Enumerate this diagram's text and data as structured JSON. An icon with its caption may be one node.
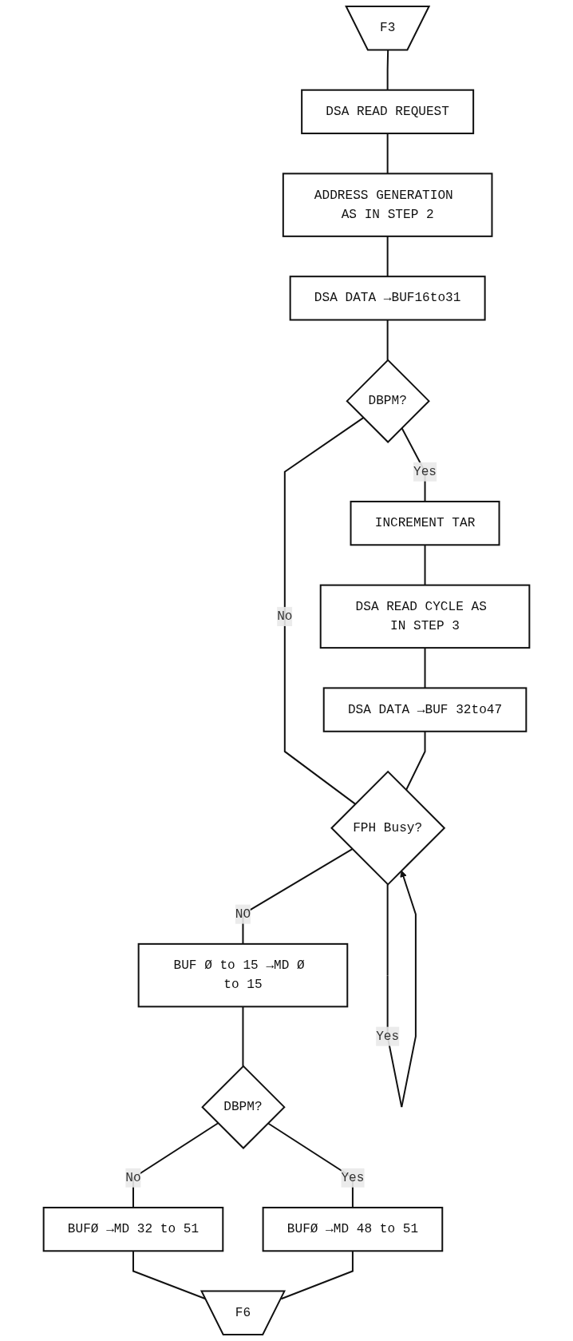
{
  "diagram": {
    "nodes": [
      {
        "text": [
          "F3"
        ]
      },
      {
        "text": [
          "DSA READ REQUEST"
        ]
      },
      {
        "text": [
          "ADDRESS GENERATION AS IN STEP 2"
        ]
      },
      {
        "text": [
          "DSA DATA →BUF16to31"
        ]
      },
      {
        "text": [
          "DBPM?"
        ]
      },
      {
        "text": [
          "INCREMENT TAR"
        ]
      },
      {
        "text": [
          "DSA READ CYCLE AS IN STEP 3"
        ]
      },
      {
        "text": [
          "DSA DATA →BUF 32to47"
        ]
      },
      {
        "text": [
          "FPH Busy?"
        ]
      },
      {
        "text": [
          "BUF Ø to 15 →MD Ø to 15"
        ]
      },
      {
        "text": [
          "DBPM?"
        ]
      },
      {
        "text": [
          "BUFØ →MD 32 to 51"
        ]
      },
      {
        "text": [
          "BUFØ →MD 48 to 51"
        ]
      },
      {
        "text": [
          "F6"
        ]
      }
    ],
    "edges": [
      {
        "from": 0,
        "to": 1,
        "arrow": "none"
      },
      {
        "from": 1,
        "to": 2,
        "arrow": "none"
      },
      {
        "from": 2,
        "to": 3,
        "arrow": "none"
      },
      {
        "from": 3,
        "to": 4,
        "arrow": "none"
      },
      {
        "from": 4,
        "to": 5,
        "arrow": "none",
        "label": "Yes"
      },
      {
        "from": 5,
        "to": 6,
        "arrow": "none"
      },
      {
        "from": 6,
        "to": 7,
        "arrow": "none"
      },
      {
        "from": 4,
        "to": 8,
        "arrow": "none",
        "label": "No"
      },
      {
        "from": 7,
        "to": 8,
        "arrow": "none"
      },
      {
        "from": 8,
        "to": 8,
        "arrow": "to",
        "label": "Yes"
      },
      {
        "from": 8,
        "to": 9,
        "arrow": "none",
        "label": "NO"
      },
      {
        "from": 9,
        "to": 10,
        "arrow": "none"
      },
      {
        "from": 10,
        "to": 11,
        "arrow": "none",
        "label": "No"
      },
      {
        "from": 10,
        "to": 12,
        "arrow": "none",
        "label": "Yes"
      },
      {
        "from": 11,
        "to": 13,
        "arrow": "none"
      },
      {
        "from": 12,
        "to": 13,
        "arrow": "none"
      }
    ]
  }
}
